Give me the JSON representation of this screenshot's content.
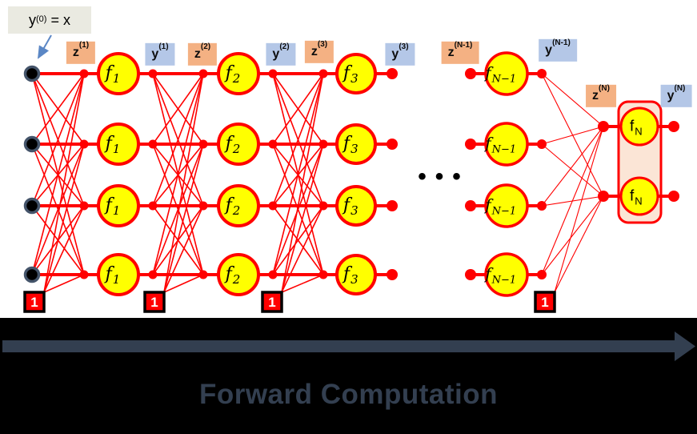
{
  "callout": {
    "base": "y",
    "sup": "(0)",
    "rest": "= x"
  },
  "layer_labels": [
    {
      "id": "z1",
      "base": "z",
      "sup": "(1)",
      "kind": "z"
    },
    {
      "id": "y1",
      "base": "y",
      "sup": "(1)",
      "kind": "y"
    },
    {
      "id": "z2",
      "base": "z",
      "sup": "(2)",
      "kind": "z"
    },
    {
      "id": "y2",
      "base": "y",
      "sup": "(2)",
      "kind": "y"
    },
    {
      "id": "z3",
      "base": "z",
      "sup": "(3)",
      "kind": "z"
    },
    {
      "id": "y3",
      "base": "y",
      "sup": "(3)",
      "kind": "y"
    },
    {
      "id": "zN-1",
      "base": "z",
      "sup": "(N-1)",
      "kind": "z"
    },
    {
      "id": "yN-1",
      "base": "y",
      "sup": "(N-1)",
      "kind": "y"
    },
    {
      "id": "zN",
      "base": "z",
      "sup": "(N)",
      "kind": "z"
    },
    {
      "id": "yN",
      "base": "y",
      "sup": "(N)",
      "kind": "y"
    }
  ],
  "node_labels": [
    {
      "layer": "f1",
      "base": "f",
      "sub": "1"
    },
    {
      "layer": "f2",
      "base": "f",
      "sub": "2"
    },
    {
      "layer": "f3",
      "base": "f",
      "sub": "3"
    },
    {
      "layer": "fN-1",
      "base": "f",
      "sub": "N−1"
    },
    {
      "layer": "fN",
      "base": "f",
      "sub": "N"
    }
  ],
  "bias_label": "1",
  "ellipsis": "•••",
  "footer": {
    "title": "Forward Computation"
  },
  "colors": {
    "red": "#ff0000",
    "yellow": "#ffff00",
    "z_box": "#f4b183",
    "y_box": "#b4c7e7",
    "callout_box": "#eaeae1",
    "group_box": "#fbe5d6",
    "slate": "#333f50",
    "callout_arrow": "#5b87c5",
    "node_ring": "#44546a",
    "bias_fill": "#ff0000",
    "bias_text": "#ffffff",
    "black": "#000000"
  }
}
